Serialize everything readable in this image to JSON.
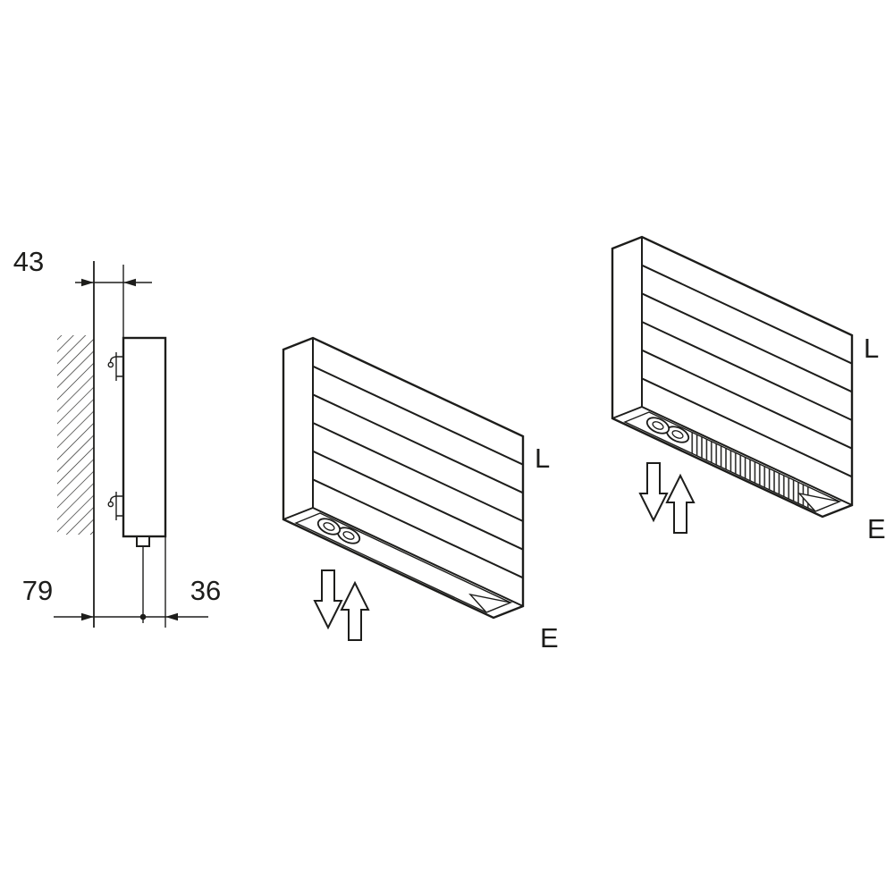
{
  "colors": {
    "line": "#1d1d1b",
    "background": "#ffffff"
  },
  "side_view": {
    "dim_top": "43",
    "dim_bottom_left": "79",
    "dim_bottom_right": "36"
  },
  "iso_view_front": {
    "label_top": "L",
    "label_bottom": "E"
  },
  "iso_view_grille": {
    "label_top": "L",
    "label_bottom": "E"
  },
  "icons": {
    "airflow_down": "hollow-block-arrow-down",
    "airflow_up": "hollow-block-arrow-up",
    "pipe_connection": "concentric-ellipses",
    "wall_hatch": "diagonal-hatching"
  }
}
